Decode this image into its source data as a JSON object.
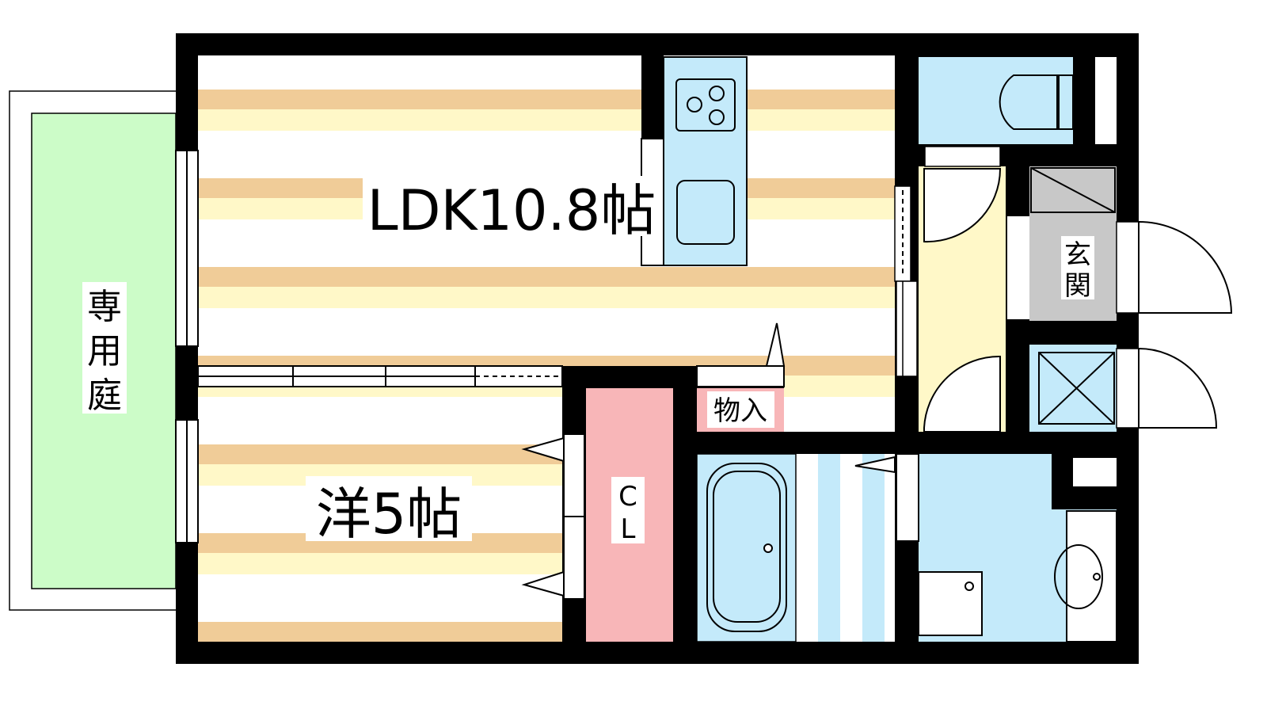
{
  "rooms": {
    "ldk": {
      "label": "LDK10.8帖"
    },
    "western": {
      "label": "洋5帖"
    },
    "closet": {
      "label_line1": "C",
      "label_line2": "L"
    },
    "storage": {
      "label": "物入"
    },
    "entrance": {
      "label_line1": "玄",
      "label_line2": "関"
    },
    "garden": {
      "label_line1": "専",
      "label_line2": "用",
      "label_line3": "庭"
    }
  },
  "colors": {
    "wall": "#000000",
    "floor_tan": "#f0cc98",
    "floor_yellow": "#fff8c8",
    "wet_blue": "#c4eafa",
    "closet_pink": "#f8b6b8",
    "entrance_gray": "#c8c8c8",
    "garden_green": "#ccfcc8"
  }
}
